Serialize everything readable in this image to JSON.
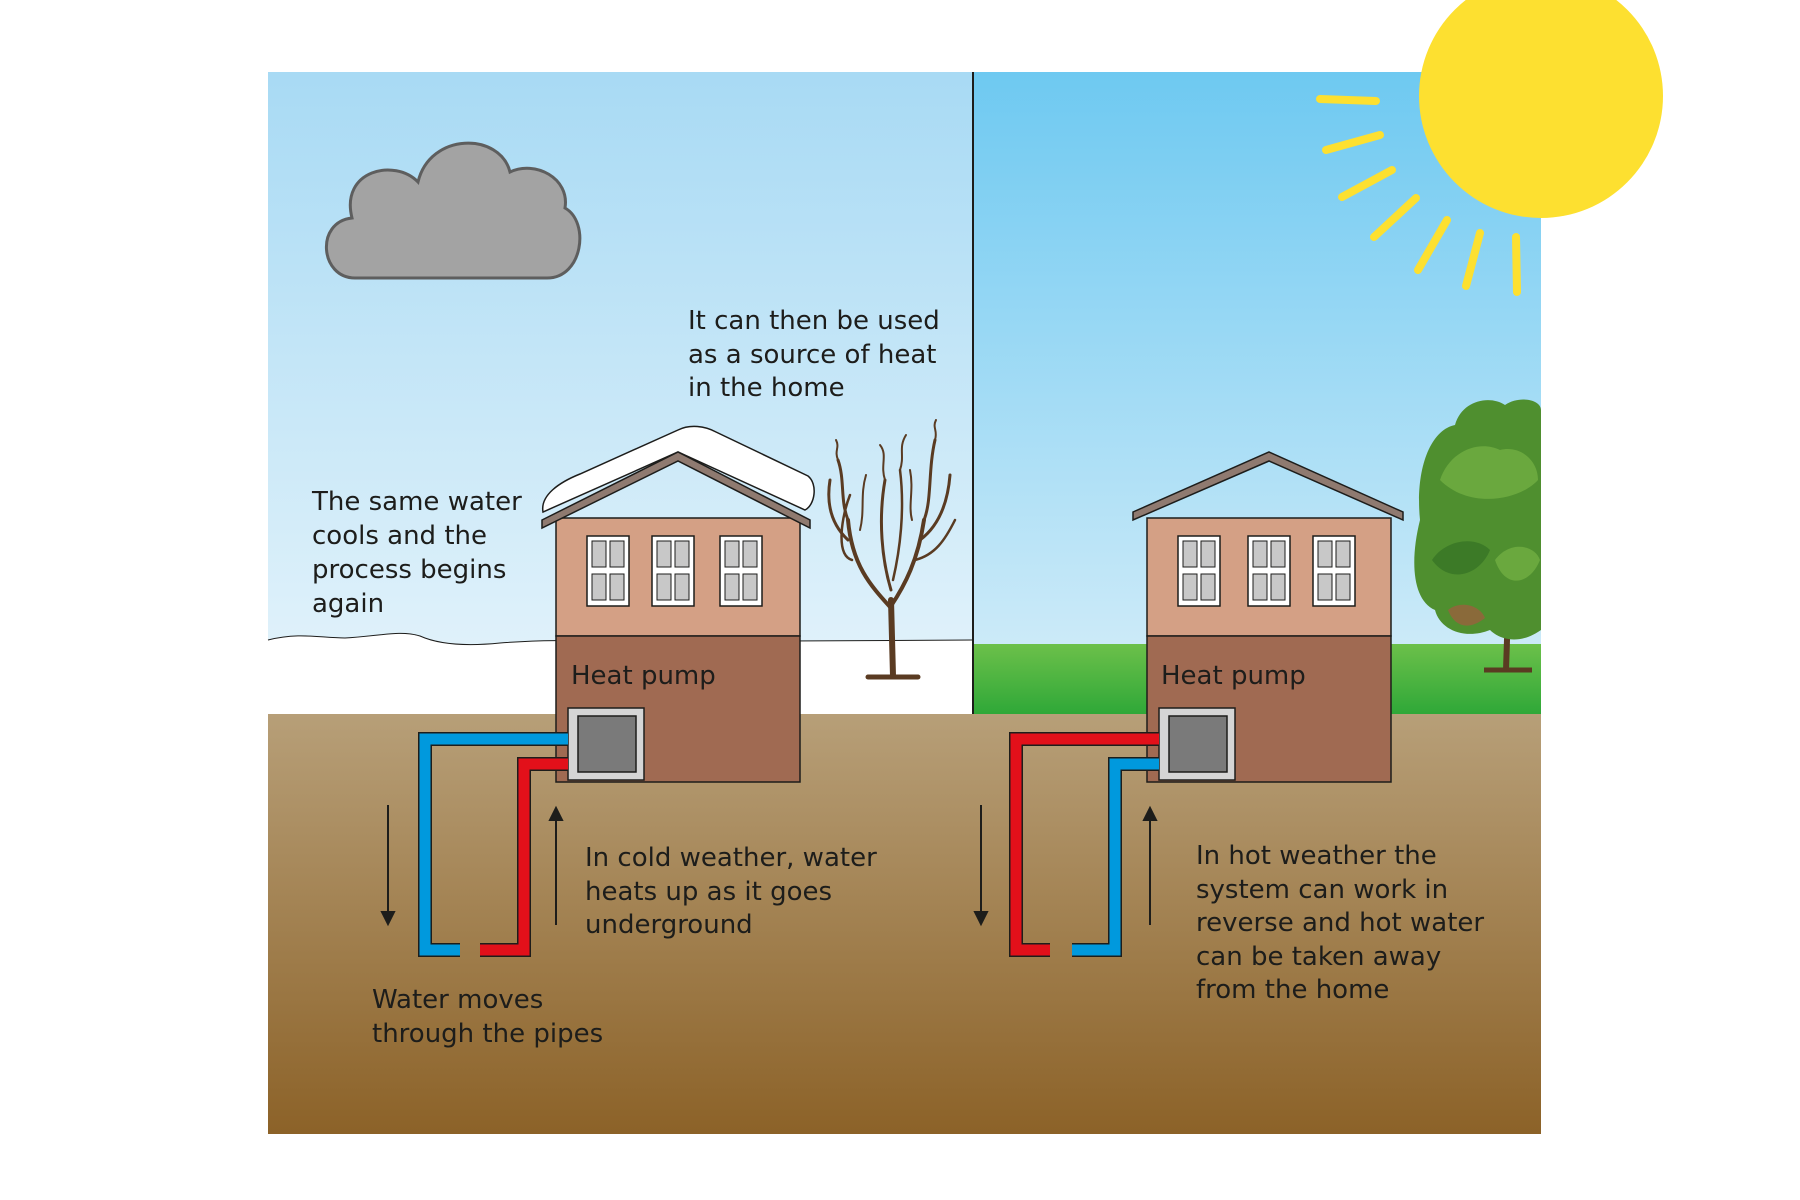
{
  "left_panel": {
    "label_heat_pump": "Heat pump",
    "caption_top": [
      "It can then be used",
      "as a source of heat",
      "in the home"
    ],
    "caption_left": [
      "The same water",
      "cools and the",
      "process begins",
      "again"
    ],
    "caption_ground": [
      "In cold weather, water",
      "heats up as it goes",
      "underground"
    ],
    "caption_bottom": [
      "Water moves",
      "through the pipes"
    ]
  },
  "right_panel": {
    "label_heat_pump": "Heat pump",
    "caption_ground": [
      "In hot weather the",
      "system can work in",
      "reverse and hot water",
      "can be taken away",
      "from the home"
    ]
  },
  "colors": {
    "pipe_cold": "#0099dd",
    "pipe_hot": "#e2101a",
    "wall_upper": "#d4a085",
    "wall_lower": "#a06a52",
    "grass": "#4cb94a",
    "sun": "#fde030"
  }
}
